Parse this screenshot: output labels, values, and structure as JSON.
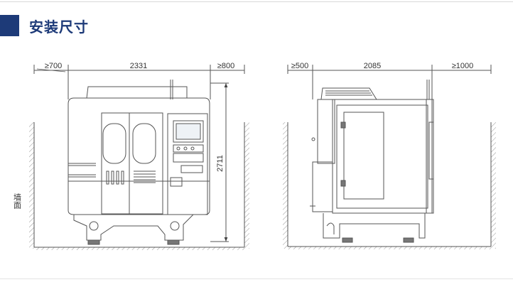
{
  "header": {
    "title": "安装尺寸",
    "accent_color": "#1d3a78"
  },
  "front_view": {
    "dim_left_clearance": "≥700",
    "dim_width": "2331",
    "dim_right_clearance": "≥800",
    "dim_height": "2711",
    "wall_label": "墙面"
  },
  "side_view": {
    "dim_left_clearance": "≥500",
    "dim_depth": "2085",
    "dim_right_clearance": "≥1000"
  }
}
